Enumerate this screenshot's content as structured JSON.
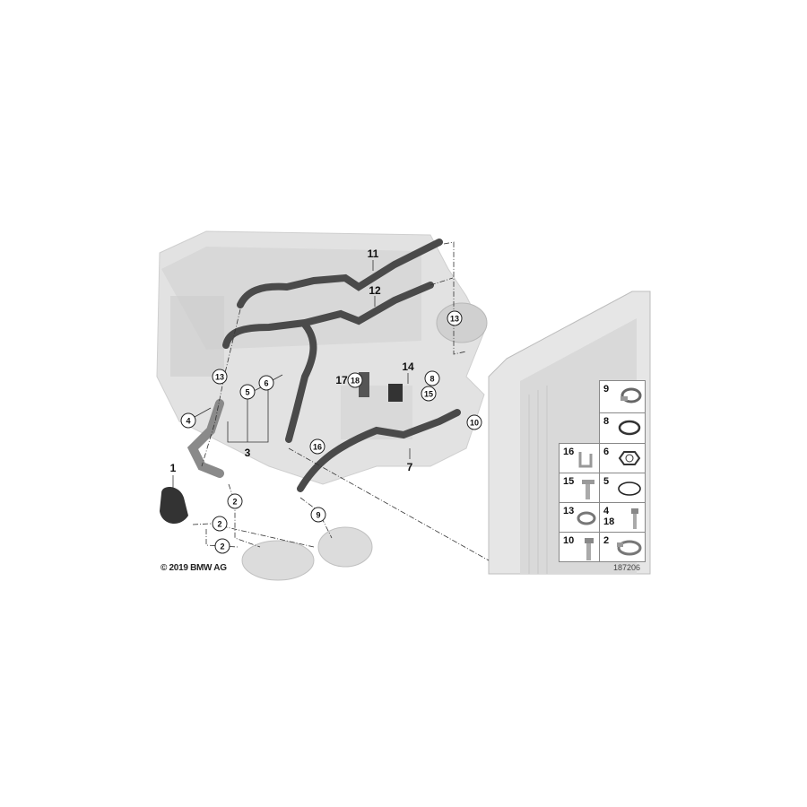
{
  "diagram": {
    "callouts": {
      "c11": "11",
      "c12": "12",
      "c13a": "13",
      "c13b": "13",
      "c5": "5",
      "c6": "6",
      "c3": "3",
      "c4": "4",
      "c17": "17",
      "c18": "18",
      "c14": "14",
      "c15": "15",
      "c8": "8",
      "c10": "10",
      "c7": "7",
      "c16": "16",
      "c1": "1",
      "c2a": "2",
      "c2b": "2",
      "c2c": "2",
      "c9": "9"
    },
    "copyright": "© 2019 BMW AG",
    "image_number": "187206"
  },
  "legend": {
    "right": [
      {
        "label": "9",
        "icon": "hose-clamp"
      },
      {
        "label": "8",
        "icon": "o-ring"
      },
      {
        "label": "6",
        "icon": "gasket"
      },
      {
        "label": "5",
        "icon": "seal-ring"
      },
      {
        "label": "4\n18",
        "icon": "bolt"
      },
      {
        "label": "2",
        "icon": "hose-clamp"
      }
    ],
    "left": [
      {
        "label": "16",
        "icon": "clip"
      },
      {
        "label": "15",
        "icon": "flange-bolt"
      },
      {
        "label": "13",
        "icon": "spring-clamp"
      },
      {
        "label": "10",
        "icon": "bolt"
      }
    ]
  }
}
